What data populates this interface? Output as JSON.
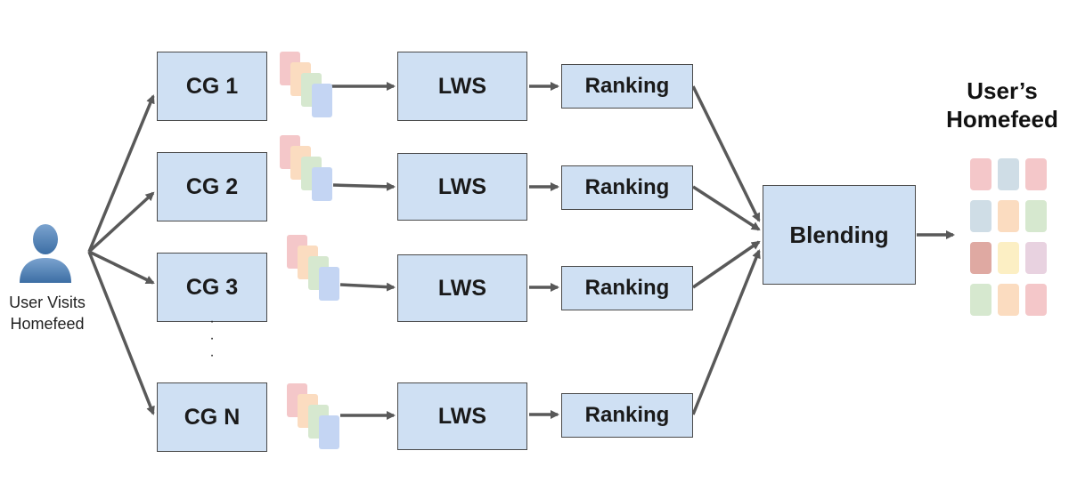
{
  "user": {
    "label_line1": "User Visits",
    "label_line2": "Homefeed"
  },
  "pipelines": [
    {
      "cg": "CG 1",
      "lws": "LWS",
      "ranking": "Ranking"
    },
    {
      "cg": "CG 2",
      "lws": "LWS",
      "ranking": "Ranking"
    },
    {
      "cg": "CG 3",
      "lws": "LWS",
      "ranking": "Ranking"
    },
    {
      "cg": "CG N",
      "lws": "LWS",
      "ranking": "Ranking"
    }
  ],
  "ellipsis": [
    "·",
    "·",
    "·"
  ],
  "blending": "Blending",
  "feed": {
    "title_line1": "User’s",
    "title_line2": "Homefeed"
  },
  "colors": {
    "box_fill": "#cfe0f3",
    "arrow": "#595959",
    "candidate_cards": [
      "#f4c7c9",
      "#fbdcc0",
      "#d6e8cf",
      "#c4d5f3"
    ],
    "feed_tiles": [
      [
        "#f4c7c9",
        "#cfdde6",
        "#f4c7c9"
      ],
      [
        "#cfdde6",
        "#fbdcc0",
        "#d6e8cf"
      ],
      [
        "#dfa9a2",
        "#fcefc4",
        "#e8d2e0"
      ],
      [
        "#d6e8cf",
        "#fbdcc0",
        "#f4c7c9"
      ]
    ]
  },
  "icons": {
    "user": "person-silhouette-icon"
  }
}
